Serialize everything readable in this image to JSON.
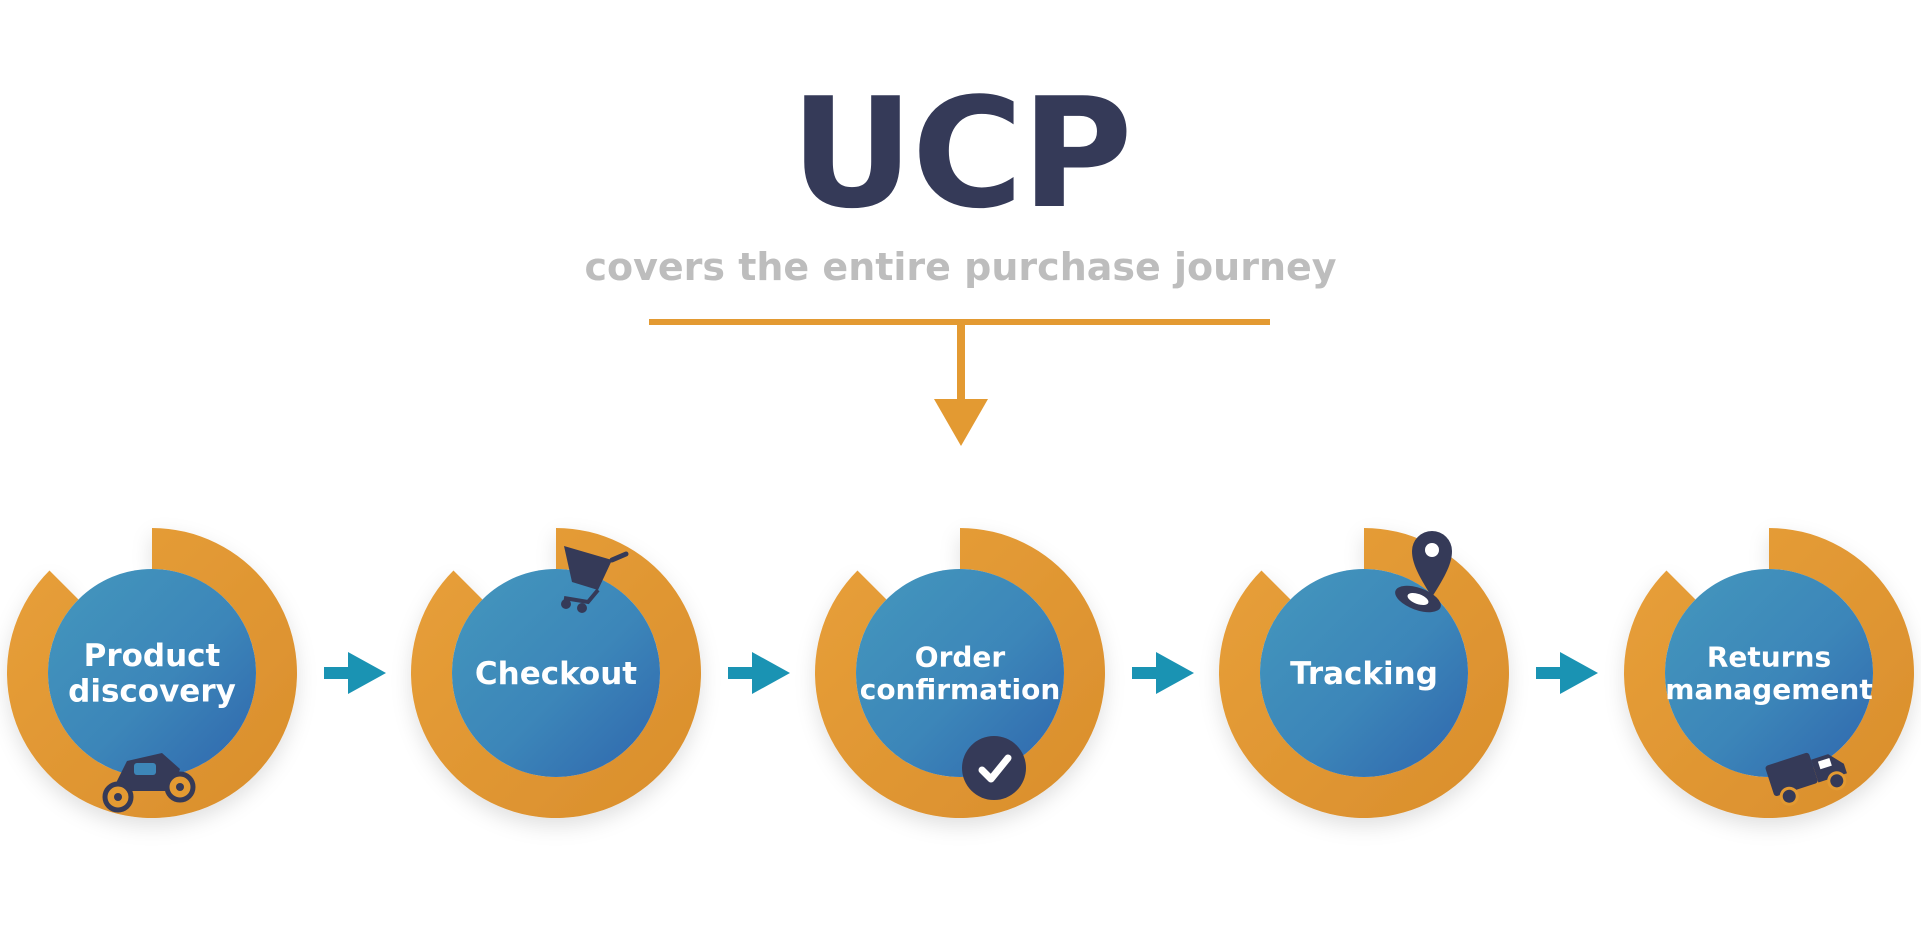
{
  "header": {
    "title": "UCP",
    "subtitle": "covers the entire purchase journey"
  },
  "colors": {
    "title": "#353a58",
    "subtitle": "#bdbdbd",
    "accent_orange": "#e39a32",
    "arrow_teal": "#1a93b3",
    "circle_blue": "#3d86b8",
    "icon_dark": "#353a58"
  },
  "steps": [
    {
      "lines": [
        "Product",
        "discovery"
      ],
      "icon": "scooter-icon"
    },
    {
      "lines": [
        "Checkout"
      ],
      "icon": "shopping-cart-icon"
    },
    {
      "lines": [
        "Order",
        "confirmation"
      ],
      "icon": "checkmark-badge-icon"
    },
    {
      "lines": [
        "Tracking"
      ],
      "icon": "location-pin-icon"
    },
    {
      "lines": [
        "Returns",
        "management"
      ],
      "icon": "delivery-truck-icon"
    }
  ]
}
